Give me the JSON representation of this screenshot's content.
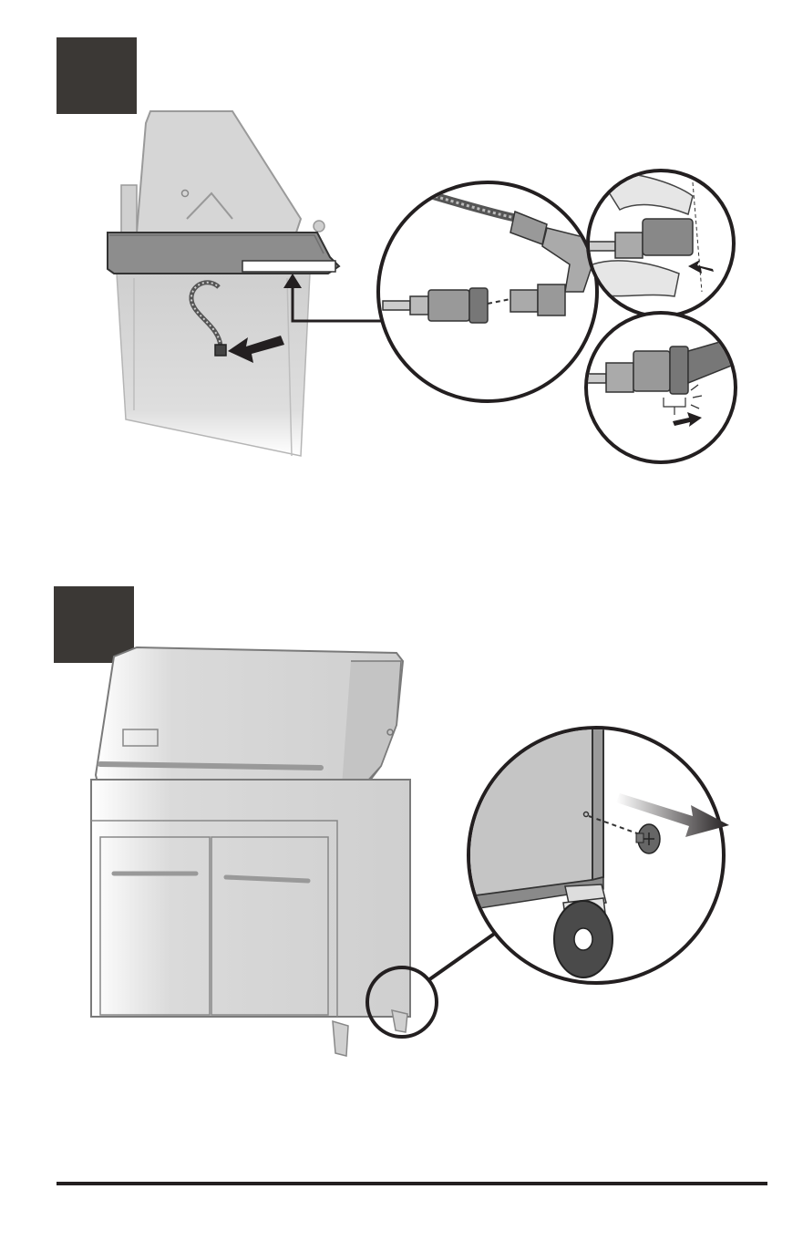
{
  "page": {
    "background": "#ffffff",
    "step_box_color": "#3b3835",
    "line_color": "#231f20",
    "metal_gray": "#c9c9c9",
    "dark_gray": "#555555"
  },
  "step1": {
    "marker_icon": "step-number-box",
    "illustration": "hose-to-quick-connect"
  },
  "step2": {
    "marker_icon": "step-number-box",
    "illustration": "remove-caster-screw"
  }
}
